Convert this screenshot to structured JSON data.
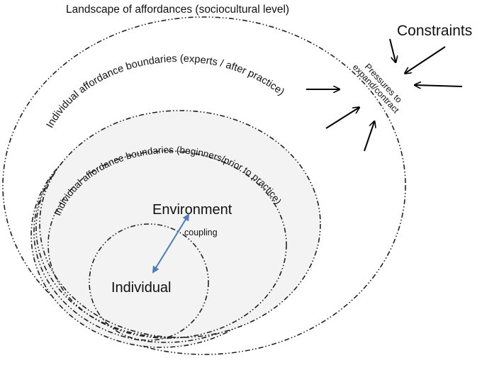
{
  "diagram": {
    "landscape_label": "Landscape of affordances (sociocultural level)",
    "experts_label": "Individual affordance boundaries (experts / after practice)",
    "beginners_label": "Individual affordance boundaries (beginners/prior to practice)",
    "constraints_label": "Constraints",
    "pressures_line1": "Pressures to",
    "pressures_line2": "expand/contract",
    "environment_label": "Environment",
    "individual_label": "Individual",
    "coupling_label": "coupling",
    "colors": {
      "line": "#222222",
      "fill": "#f3f3f3",
      "coupling_arrow": "#4a7ebb"
    }
  }
}
